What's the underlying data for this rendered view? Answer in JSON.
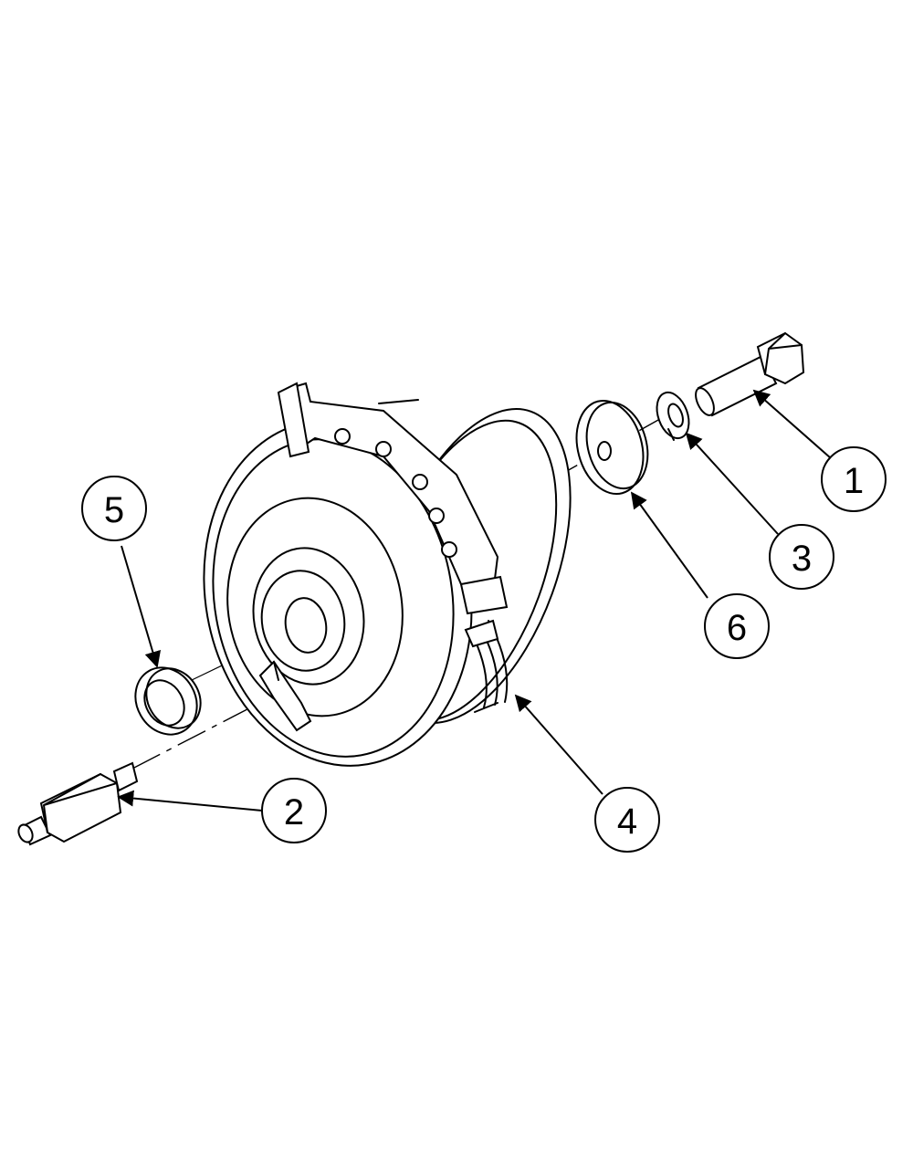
{
  "callouts": [
    {
      "id": "1",
      "label": "1",
      "part": "bolt"
    },
    {
      "id": "2",
      "label": "2",
      "part": "stud"
    },
    {
      "id": "3",
      "label": "3",
      "part": "lock-washer"
    },
    {
      "id": "4",
      "label": "4",
      "part": "clutch-assembly"
    },
    {
      "id": "5",
      "label": "5",
      "part": "bushing"
    },
    {
      "id": "6",
      "label": "6",
      "part": "flat-washer"
    }
  ]
}
